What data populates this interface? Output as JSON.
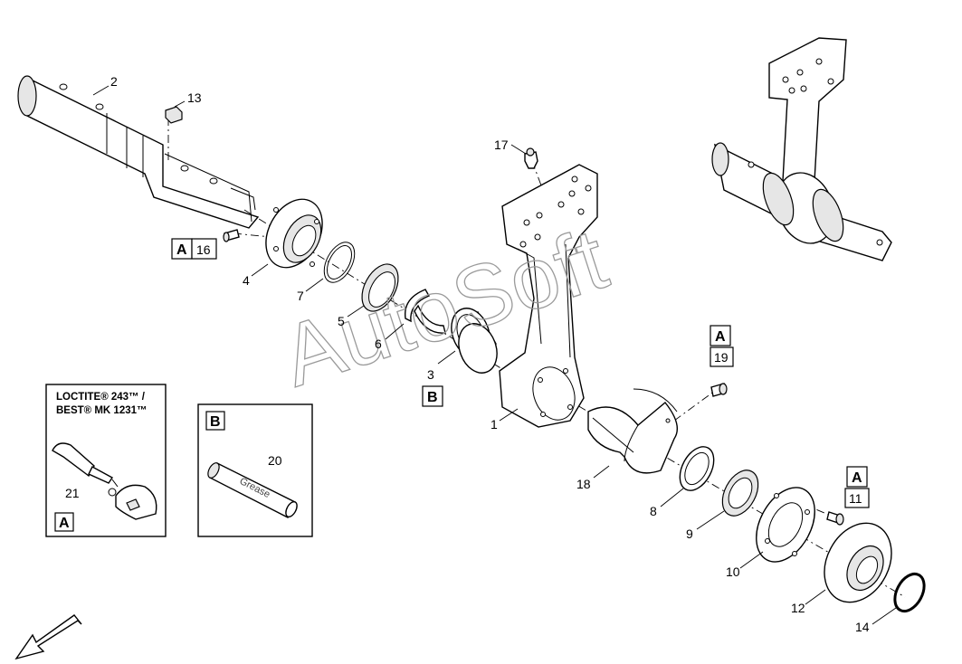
{
  "callouts": {
    "c1": "1",
    "c2": "2",
    "c3": "3",
    "c4": "4",
    "c5": "5",
    "c6": "6",
    "c7": "7",
    "c8": "8",
    "c9": "9",
    "c10": "10",
    "c11": "11",
    "c12": "12",
    "c13": "13",
    "c14": "14",
    "c16": "16",
    "c17": "17",
    "c18": "18",
    "c19": "19",
    "c20": "20",
    "c21": "21"
  },
  "markers": {
    "a": "A",
    "b": "B"
  },
  "panel_a": {
    "line1": "LOCTITE® 243™ /",
    "line2": "BEST® MK 1231™",
    "tag": "A",
    "callout": "21"
  },
  "panel_b": {
    "tag": "B",
    "callout": "20",
    "tube_label": "Grease"
  },
  "watermark": "AutoSoft",
  "colors": {
    "line": "#000000",
    "watermark": "#9a9a9a",
    "shade": "#e6e6e6"
  }
}
